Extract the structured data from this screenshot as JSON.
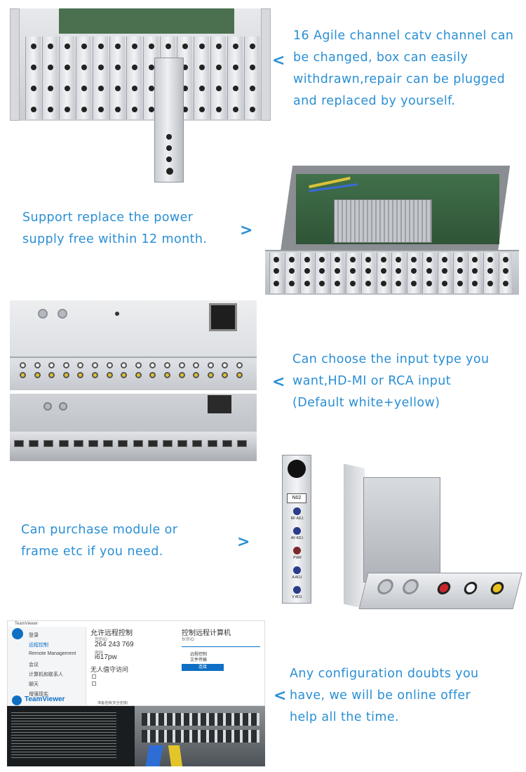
{
  "sections": [
    {
      "arrow": "<",
      "lines": [
        "16 Agile channel catv channel can",
        "be changed, box can easily",
        "withdrawn,repair can be plugged",
        "and replaced by yourself."
      ]
    },
    {
      "arrow": ">",
      "lines": [
        "Support replace the power",
        "supply free within 12 month."
      ]
    },
    {
      "arrow": "<",
      "lines": [
        "Can choose the input type you",
        "want,HD-MI or RCA input",
        "(Default white+yellow)"
      ]
    },
    {
      "arrow": ">",
      "lines": [
        "Can purchase module or",
        "frame etc if you need."
      ]
    },
    {
      "arrow": "<",
      "lines": [
        "Any configuration doubts you",
        "have, we will be online offer",
        "help all the time."
      ]
    }
  ],
  "module_photo": {
    "label": "N02",
    "knob_labels": [
      "RF ADJ.",
      "AV ADJ.",
      "PWR",
      "A ADJ.",
      "V ADJ."
    ]
  },
  "teamviewer": {
    "window_title": "TeamViewer",
    "sidebar": [
      "登录",
      "远程控制",
      "Remote Management",
      "会议",
      "计算机和联系人",
      "聊天",
      "增强现实"
    ],
    "brand": "TeamViewer",
    "allow_title": "允许远程控制",
    "your_id_label": "您的ID",
    "your_id": "264 243 769",
    "password_label": "密码",
    "password": "i617pw",
    "unattended_title": "无人值守访问",
    "control_title": "控制远程计算机",
    "partner_id_label": "伙伴ID",
    "remote_control_option": "远程控制",
    "file_transfer_option": "文件传输",
    "connect_button": "连接",
    "status": "准备连接(安全连接)"
  }
}
